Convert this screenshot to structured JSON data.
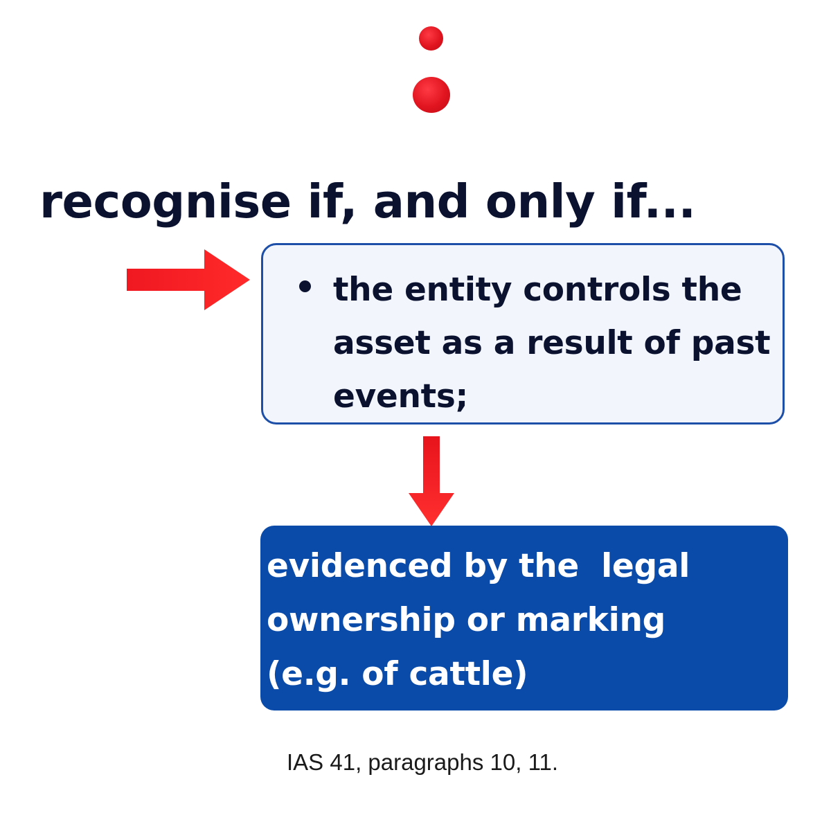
{
  "dots": {
    "color": "#e0141f",
    "count": 2
  },
  "heading": {
    "text": "recognise if, and only if..."
  },
  "condition": {
    "text": "the entity controls the asset as a result of past events;",
    "border_color": "#1d4fa8",
    "background_color": "#f2f5fc"
  },
  "evidence": {
    "text": "evidenced by the  legal\nownership or marking\n(e.g. of cattle)",
    "background_color": "#0a4aa8"
  },
  "citation": {
    "text": "IAS 41, paragraphs 10, 11."
  },
  "arrows": {
    "color": "#e8141c"
  }
}
